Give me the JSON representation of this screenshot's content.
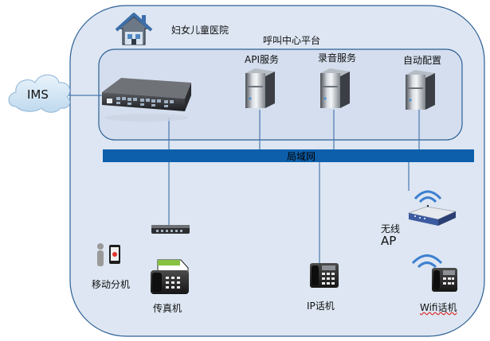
{
  "hospital": {
    "name": "妇女儿童医院"
  },
  "platform": {
    "title": "呼叫中心平台"
  },
  "external": {
    "ims": "IMS"
  },
  "servers": [
    {
      "label": "API服务"
    },
    {
      "label": "录音服务"
    },
    {
      "label": "自动配置"
    }
  ],
  "network": {
    "lan": "局域网"
  },
  "access_point": {
    "line1": "无线",
    "line2": "AP"
  },
  "endpoints": {
    "mobile": "移动分机",
    "fax": "传真机",
    "ip_phone": "IP话机",
    "wifi_phone": "Wifi话机"
  },
  "colors": {
    "outer_fill": "#dde6f2",
    "outer_stroke": "#2c5f95",
    "inner_fill": "#d4deee",
    "lan_bar": "#0d5fab",
    "link_line": "#4a78b0"
  }
}
